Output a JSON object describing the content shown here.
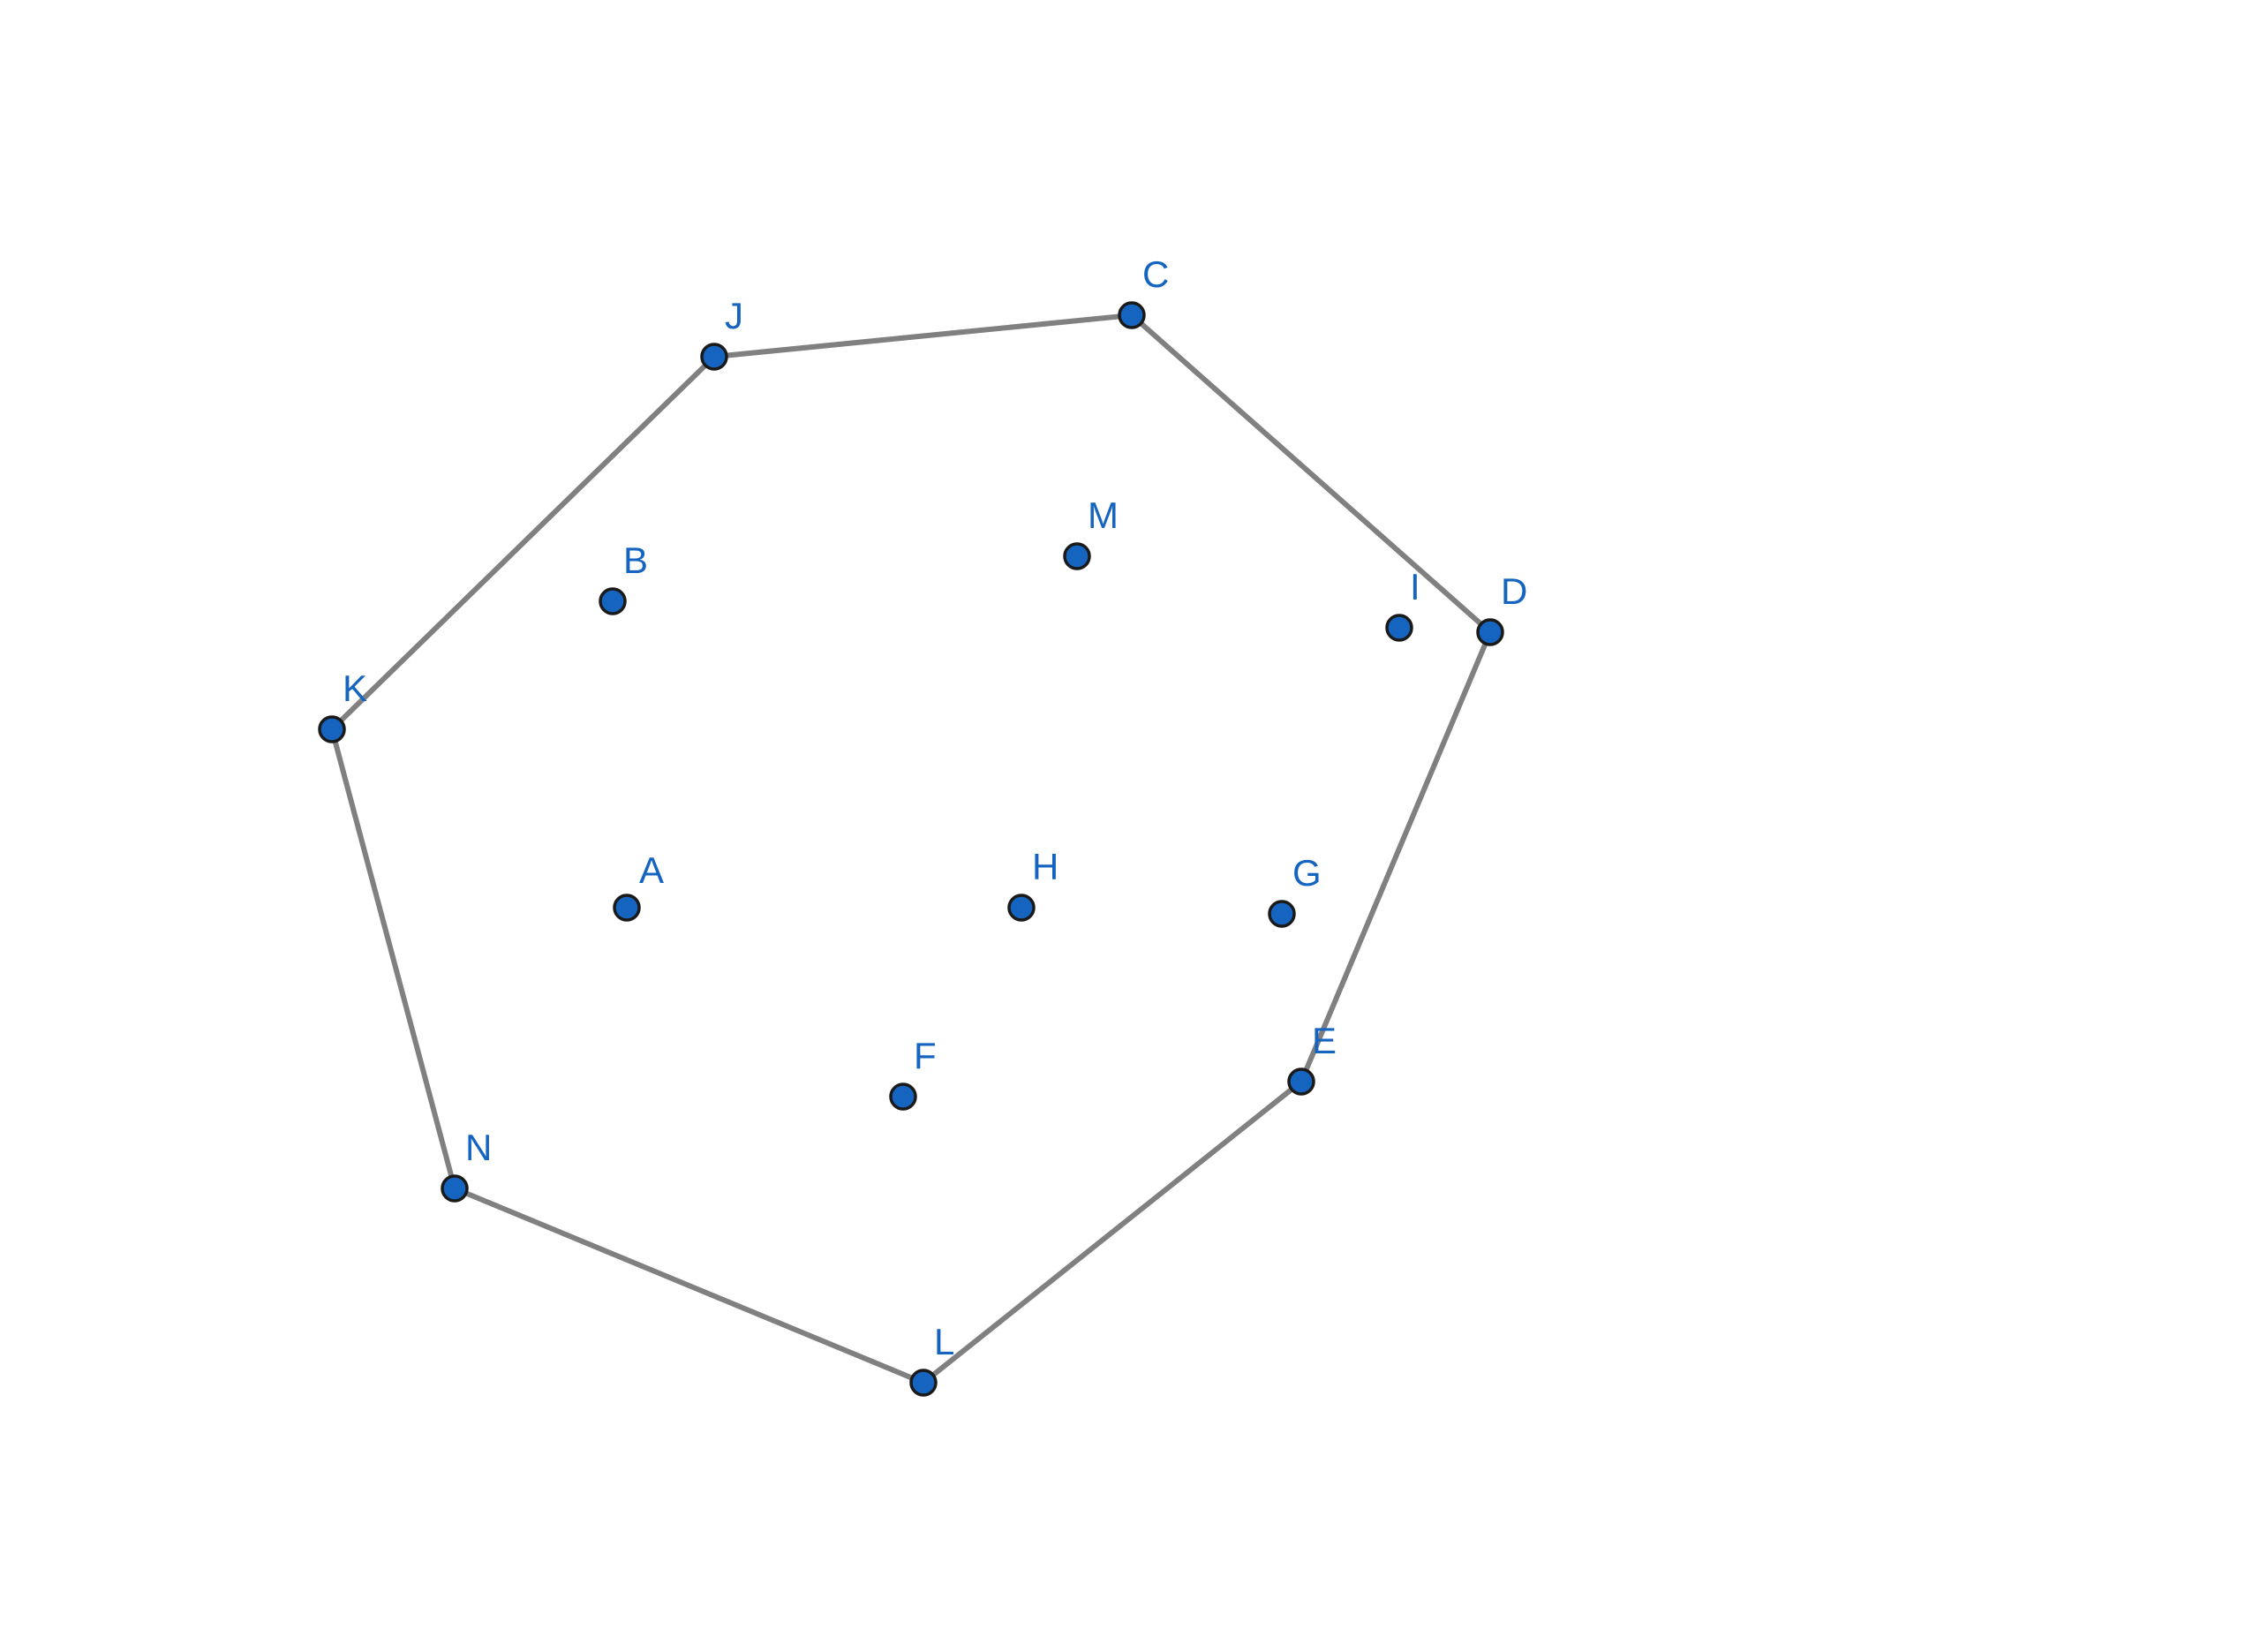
{
  "style": {
    "point_color": "#1565C0",
    "label_color": "#1565C0",
    "edge_color": "#808080",
    "background": "#FFFFFF"
  },
  "points": [
    {
      "label": "A"
    },
    {
      "label": "B"
    },
    {
      "label": "C"
    },
    {
      "label": "D"
    },
    {
      "label": "E"
    },
    {
      "label": "F"
    },
    {
      "label": "G"
    },
    {
      "label": "H"
    },
    {
      "label": "I"
    },
    {
      "label": "J"
    },
    {
      "label": "K"
    },
    {
      "label": "L"
    },
    {
      "label": "M"
    },
    {
      "label": "N"
    }
  ],
  "hull": [
    "J",
    "C",
    "D",
    "E",
    "L",
    "N",
    "K"
  ]
}
